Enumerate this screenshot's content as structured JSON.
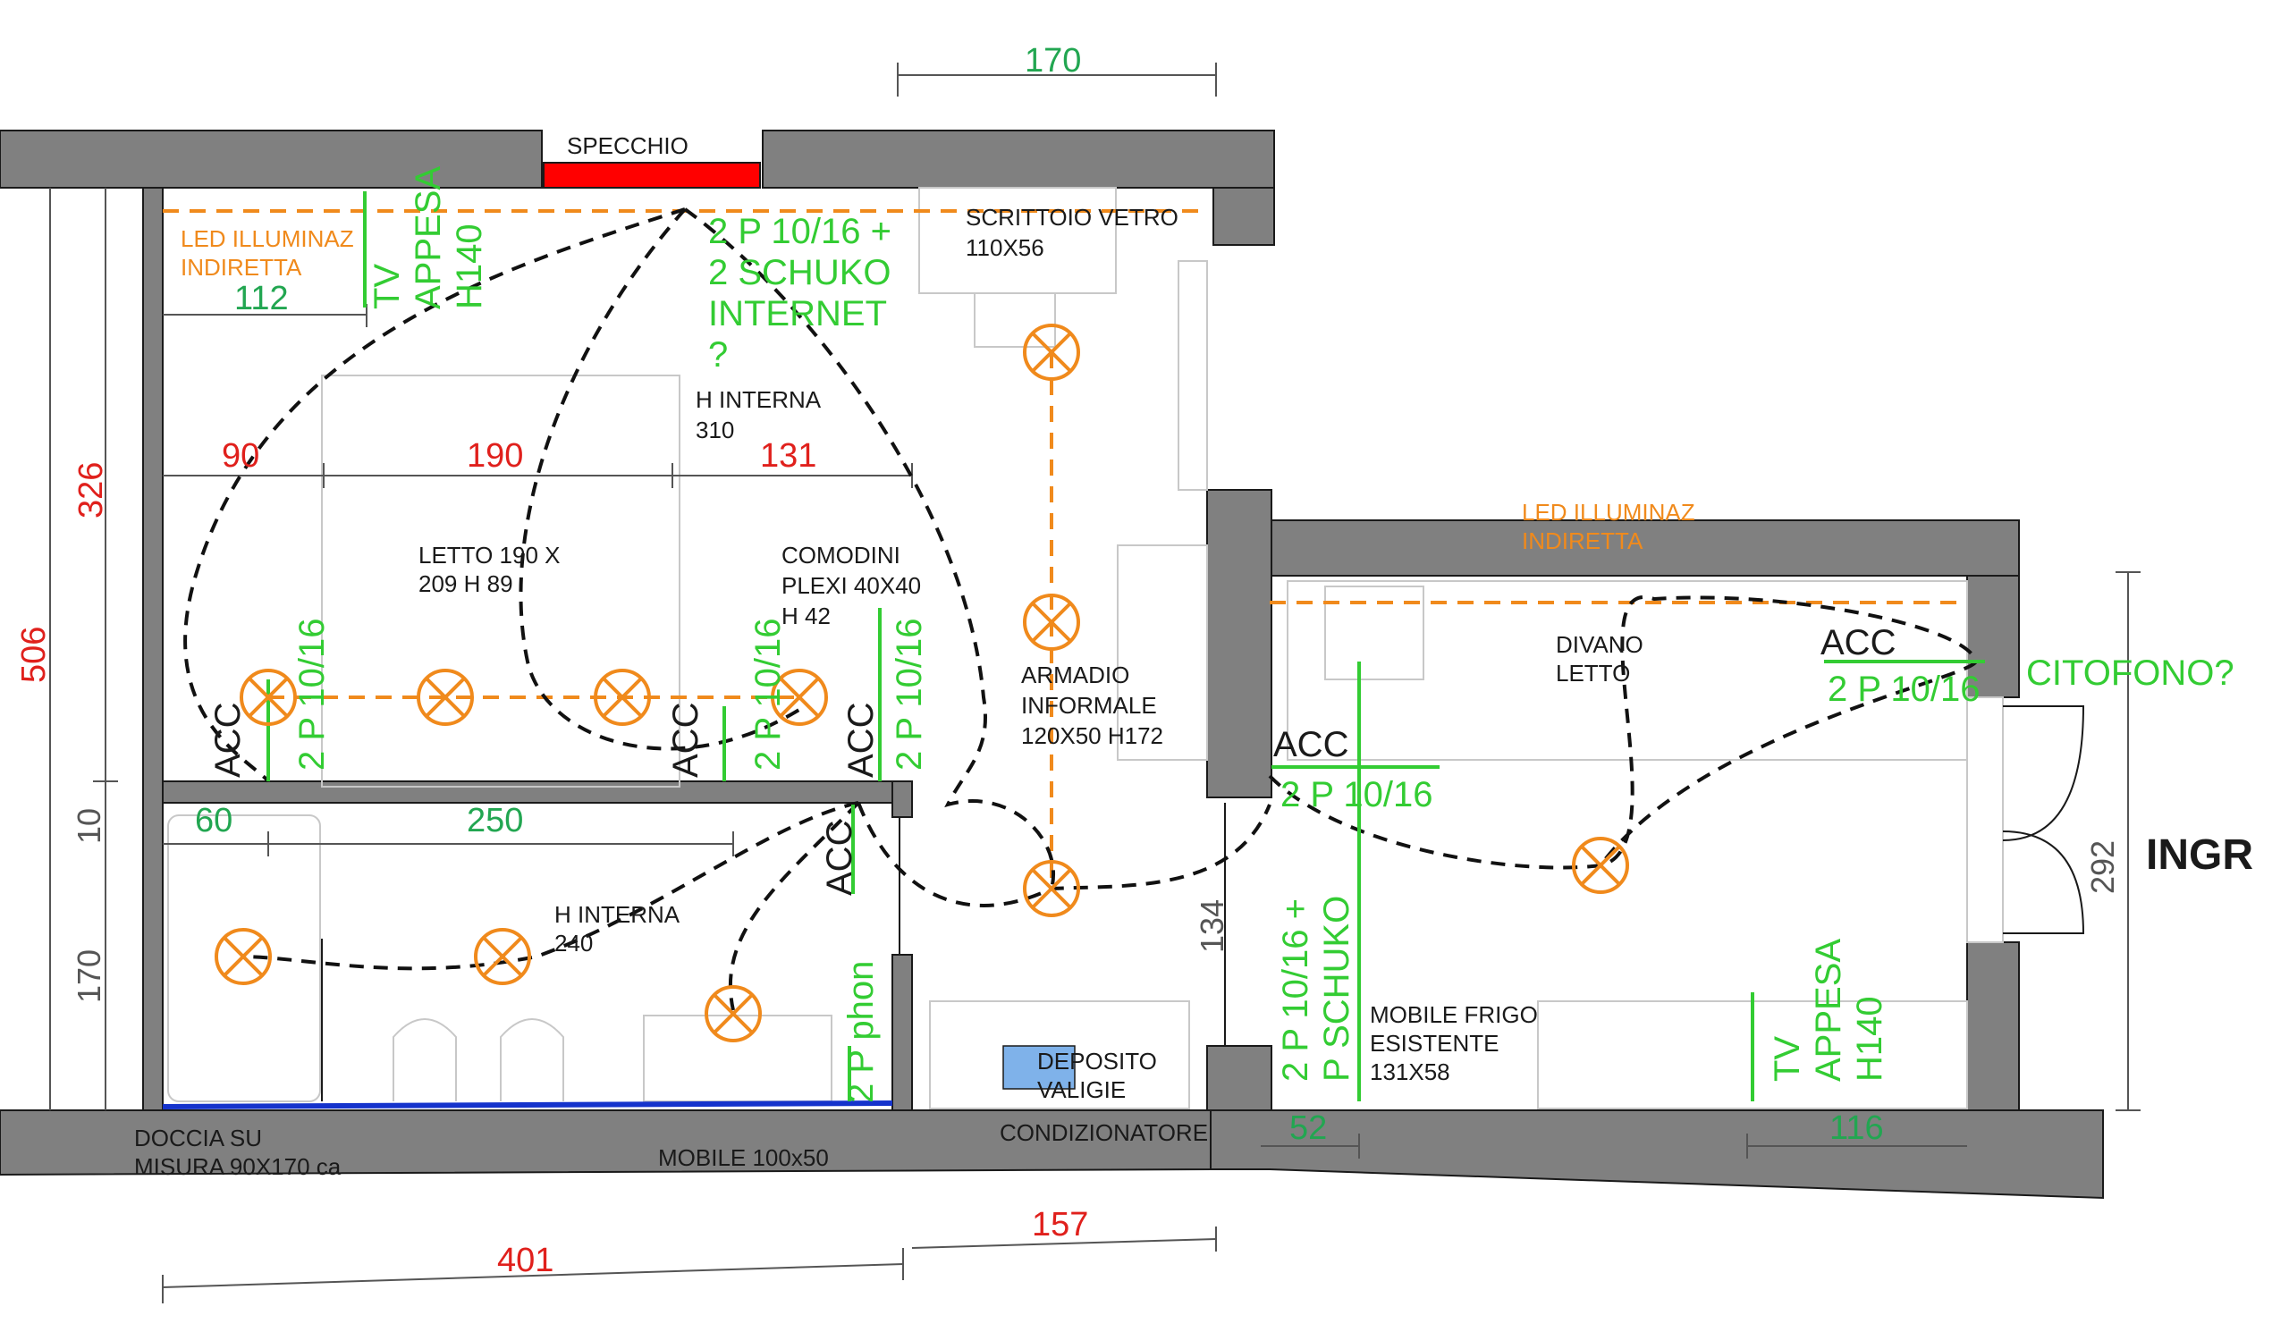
{
  "labels": {
    "mirror": "SPECCHIO",
    "led_bedroom": [
      "LED ILLUMINAZ",
      "INDIRETTA"
    ],
    "led_living": [
      "LED ILLUMINAZ",
      "INDIRETTA"
    ],
    "tv_bedroom": [
      "TV",
      "APPESA",
      "H140"
    ],
    "sockets_desk": [
      "2 P 10/16 +",
      "2 SCHUKO",
      "INTERNET",
      "?"
    ],
    "desk": [
      "SCRITTOIO VETRO",
      "110X56"
    ],
    "h_internal_bed": [
      "H INTERNA",
      "310"
    ],
    "bed": [
      "LETTO 190 X",
      "209 H 89"
    ],
    "nightstands": [
      "COMODINI",
      "PLEXI 40X40",
      "H 42"
    ],
    "wardrobe": [
      "ARMADIO",
      "INFORMALE",
      "120X50 H172"
    ],
    "sofa_bed": [
      "DIVANO",
      "LETTO"
    ],
    "intercom": "CITOFONO?",
    "socket_2p": "2 P 10/16",
    "acc": "ACC",
    "h_internal_bath": [
      "H INTERNA",
      "240"
    ],
    "phon_socket": "2 P phon",
    "luggage": [
      "DEPOSITO",
      "VALIGIE"
    ],
    "air_conditioner": "CONDIZIONATORE",
    "sockets_fridge": [
      "2 P 10/16 +",
      "P SCHUKO"
    ],
    "fridge": [
      "MOBILE FRIGO",
      "ESISTENTE",
      "131X58"
    ],
    "tv_living": [
      "TV",
      "APPESA",
      "H140"
    ],
    "shower": [
      "DOCCIA SU",
      "MISURA 90X170 ca"
    ],
    "bath_cabinet": "MOBILE 100x50",
    "entrance": "INGR"
  },
  "dimensions": {
    "d170": "170",
    "d112": "112",
    "d90": "90",
    "d190": "190",
    "d131": "131",
    "d326": "326",
    "d506": "506",
    "d10": "10",
    "d170b": "170",
    "d60": "60",
    "d250": "250",
    "d134": "134",
    "d292": "292",
    "d52": "52",
    "d116": "116",
    "d401": "401",
    "d157": "157"
  },
  "colors": {
    "wall": "#808080",
    "orange": "#f08a1c",
    "green": "#33cc33",
    "dim_green": "#22a651",
    "dim_red": "#e0201c",
    "mirror": "#ff0000",
    "luggage": "#7fb2ea",
    "water": "#1533cc"
  }
}
